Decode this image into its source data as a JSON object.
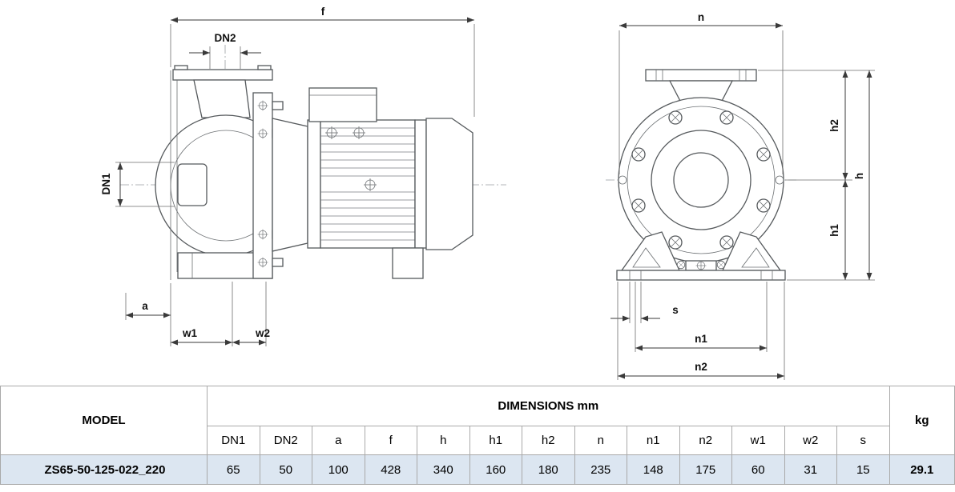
{
  "side_view": {
    "dims": {
      "f": "f",
      "dn2": "DN2",
      "dn1": "DN1",
      "a": "a",
      "w1": "w1",
      "w2": "w2"
    }
  },
  "front_view": {
    "dims": {
      "n": "n",
      "h2": "h2",
      "h": "h",
      "h1": "h1",
      "s": "s",
      "n1": "n1",
      "n2": "n2"
    }
  },
  "table": {
    "model_header": "MODEL",
    "dimensions_header": "DIMENSIONS mm",
    "kg_header": "kg",
    "columns": [
      "DN1",
      "DN2",
      "a",
      "f",
      "h",
      "h1",
      "h2",
      "n",
      "n1",
      "n2",
      "w1",
      "w2",
      "s"
    ],
    "row": {
      "model": "ZS65-50-125-022_220",
      "values": [
        "65",
        "50",
        "100",
        "428",
        "340",
        "160",
        "180",
        "235",
        "148",
        "175",
        "60",
        "31",
        "15"
      ],
      "kg": "29.1"
    }
  },
  "colors": {
    "row_highlight": "#dce6f1",
    "table_border": "#a9a9a9",
    "drawing_line": "#55595c",
    "dimension_line": "#3a3a3a"
  }
}
